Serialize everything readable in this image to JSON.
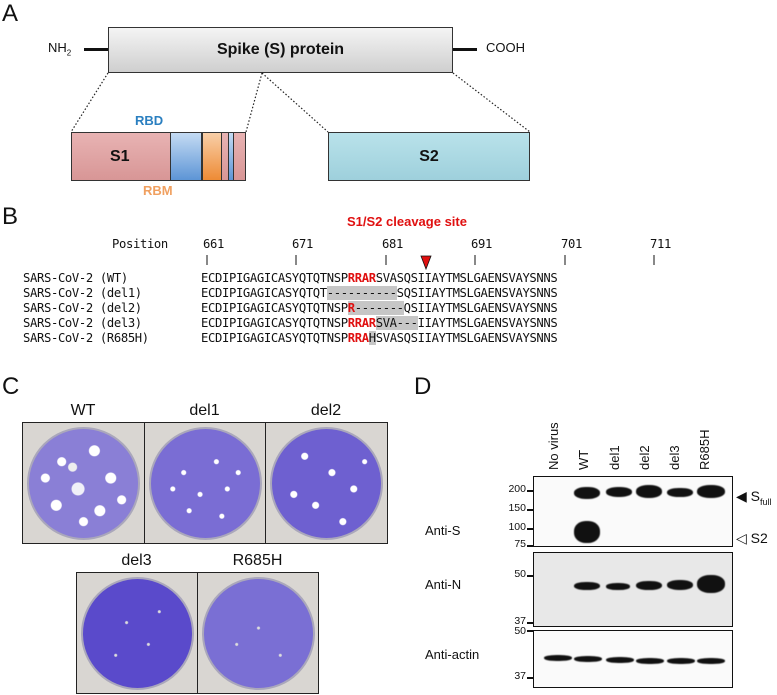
{
  "panel_a": {
    "letter": "A",
    "protein_label": "Spike (S) protein",
    "n_terminus": "NH",
    "n_terminus_sub": "2",
    "c_terminus": "COOH",
    "domains": {
      "s1": "S1",
      "s2": "S2",
      "rbd": "RBD",
      "rbm": "RBM"
    },
    "colors": {
      "s1": "#e0a5a5",
      "s2": "#aed9e3",
      "rbd": "#3d7fc4",
      "rbm": "#ee8b35"
    }
  },
  "panel_b": {
    "letter": "B",
    "title": "S1/S2 cleavage site",
    "position_label": "Position",
    "positions": [
      "661",
      "671",
      "681",
      "691",
      "701",
      "711"
    ],
    "sequences": [
      {
        "name": "SARS-CoV-2 (WT)",
        "pre": "ECDIPIGAGICASYQTQTNSP",
        "red": "RRAR",
        "gap": "",
        "post": "SVASQSIIAYTMSLGAENSVAYSNNS"
      },
      {
        "name": "SARS-CoV-2 (del1)",
        "pre": "ECDIPIGAGICASYQTQT",
        "red": "",
        "gap": "----------",
        "post": "SQSIIAYTMSLGAENSVAYSNNS"
      },
      {
        "name": "SARS-CoV-2 (del2)",
        "pre": "ECDIPIGAGICASYQTQTNSP",
        "red": "R",
        "gap": "-------",
        "post": "QSIIAYTMSLGAENSVAYSNNS"
      },
      {
        "name": "SARS-CoV-2 (del3)",
        "pre": "ECDIPIGAGICASYQTQTNSP",
        "red": "RRAR",
        "mid": "SVA",
        "gap": "---",
        "post": "IIAYTMSLGAENSVAYSNNS"
      },
      {
        "name": "SARS-CoV-2 (R685H)",
        "pre": "ECDIPIGAGICASYQTQTNSP",
        "red": "RRA",
        "gap": "H",
        "post": "SVASQSIIAYTMSLGAENSVAYSNNS"
      }
    ]
  },
  "panel_c": {
    "letter": "C",
    "plates": [
      {
        "label": "WT"
      },
      {
        "label": "del1"
      },
      {
        "label": "del2"
      },
      {
        "label": "del3"
      },
      {
        "label": "R685H"
      }
    ]
  },
  "panel_d": {
    "letter": "D",
    "lanes": [
      "No virus",
      "WT",
      "del1",
      "del2",
      "del3",
      "R685H"
    ],
    "blots": [
      {
        "antibody": "Anti-S",
        "markers": [
          "200",
          "150",
          "100",
          "75"
        ]
      },
      {
        "antibody": "Anti-N",
        "markers": [
          "50",
          "37"
        ]
      },
      {
        "antibody": "Anti-actin",
        "markers": [
          "50",
          "37"
        ]
      }
    ],
    "band_labels": {
      "s_full": "S",
      "s_full_sub": "full",
      "s2": "S2"
    }
  }
}
